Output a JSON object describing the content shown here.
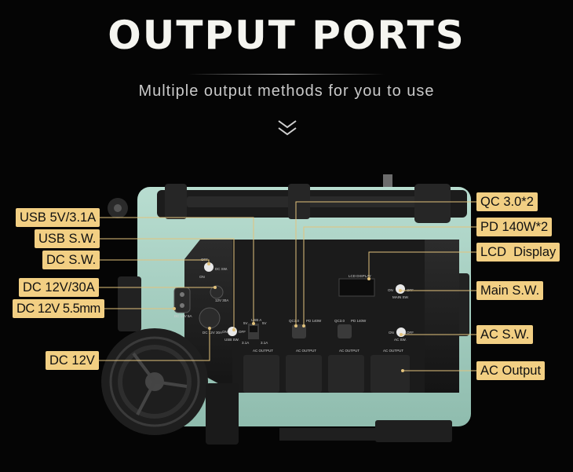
{
  "header": {
    "title": "OUTPUT PORTS",
    "subtitle": "Multiple output methods for you to use"
  },
  "colors": {
    "label_bg": "#f2cf83",
    "leader_line": "#e2c27c",
    "device_body": "#a9d0c2",
    "panel": "#202020"
  },
  "icons": [
    "chevron-down-double-icon"
  ],
  "labels": {
    "usb_5v": "USB 5V/3.1A",
    "usb_sw": "USB S.W.",
    "dc_sw": "DC S.W.",
    "dc_12v_30a": "DC 12V/30A",
    "dc_12v_55": "DC 12V 5.5mm",
    "dc_12v": "DC 12V",
    "qc30": "QC 3.0*2",
    "pd140": "PD 140W*2",
    "lcd": "LCD  Display",
    "main_sw": "Main S.W.",
    "ac_sw": "AC S.W.",
    "ac_output": "AC Output"
  },
  "panel_text": {
    "usb_a": "USB A",
    "v5_left": "5V",
    "v5_right": "5V",
    "v31a_left": "3.1A",
    "v31a_right": "3.1A",
    "qc3_1": "QC3.0",
    "pd_1": "PD 140W",
    "qc3_2": "QC3.0",
    "pd_2": "PD 140W",
    "lcd_display": "LCD DISPLAY",
    "on1": "ON",
    "off1": "OFF",
    "main_sw": "MAIN SW.",
    "on2": "ON",
    "off2": "OFF",
    "ac_sw": "AC SW.",
    "on3": "ON",
    "off3": "OFF",
    "usb_sw": "USB SW.",
    "on4": "ON",
    "off4": "OFF",
    "dc_sw": "DC SW.",
    "dc12_30a": "12V 30A",
    "dc12_55": "DC 12V 5A",
    "dc12_small": "DC 12V 30A",
    "ac_out_1": "AC OUTPUT",
    "ac_out_2": "AC OUTPUT",
    "ac_out_3": "AC OUTPUT",
    "ac_out_4": "AC OUTPUT"
  }
}
